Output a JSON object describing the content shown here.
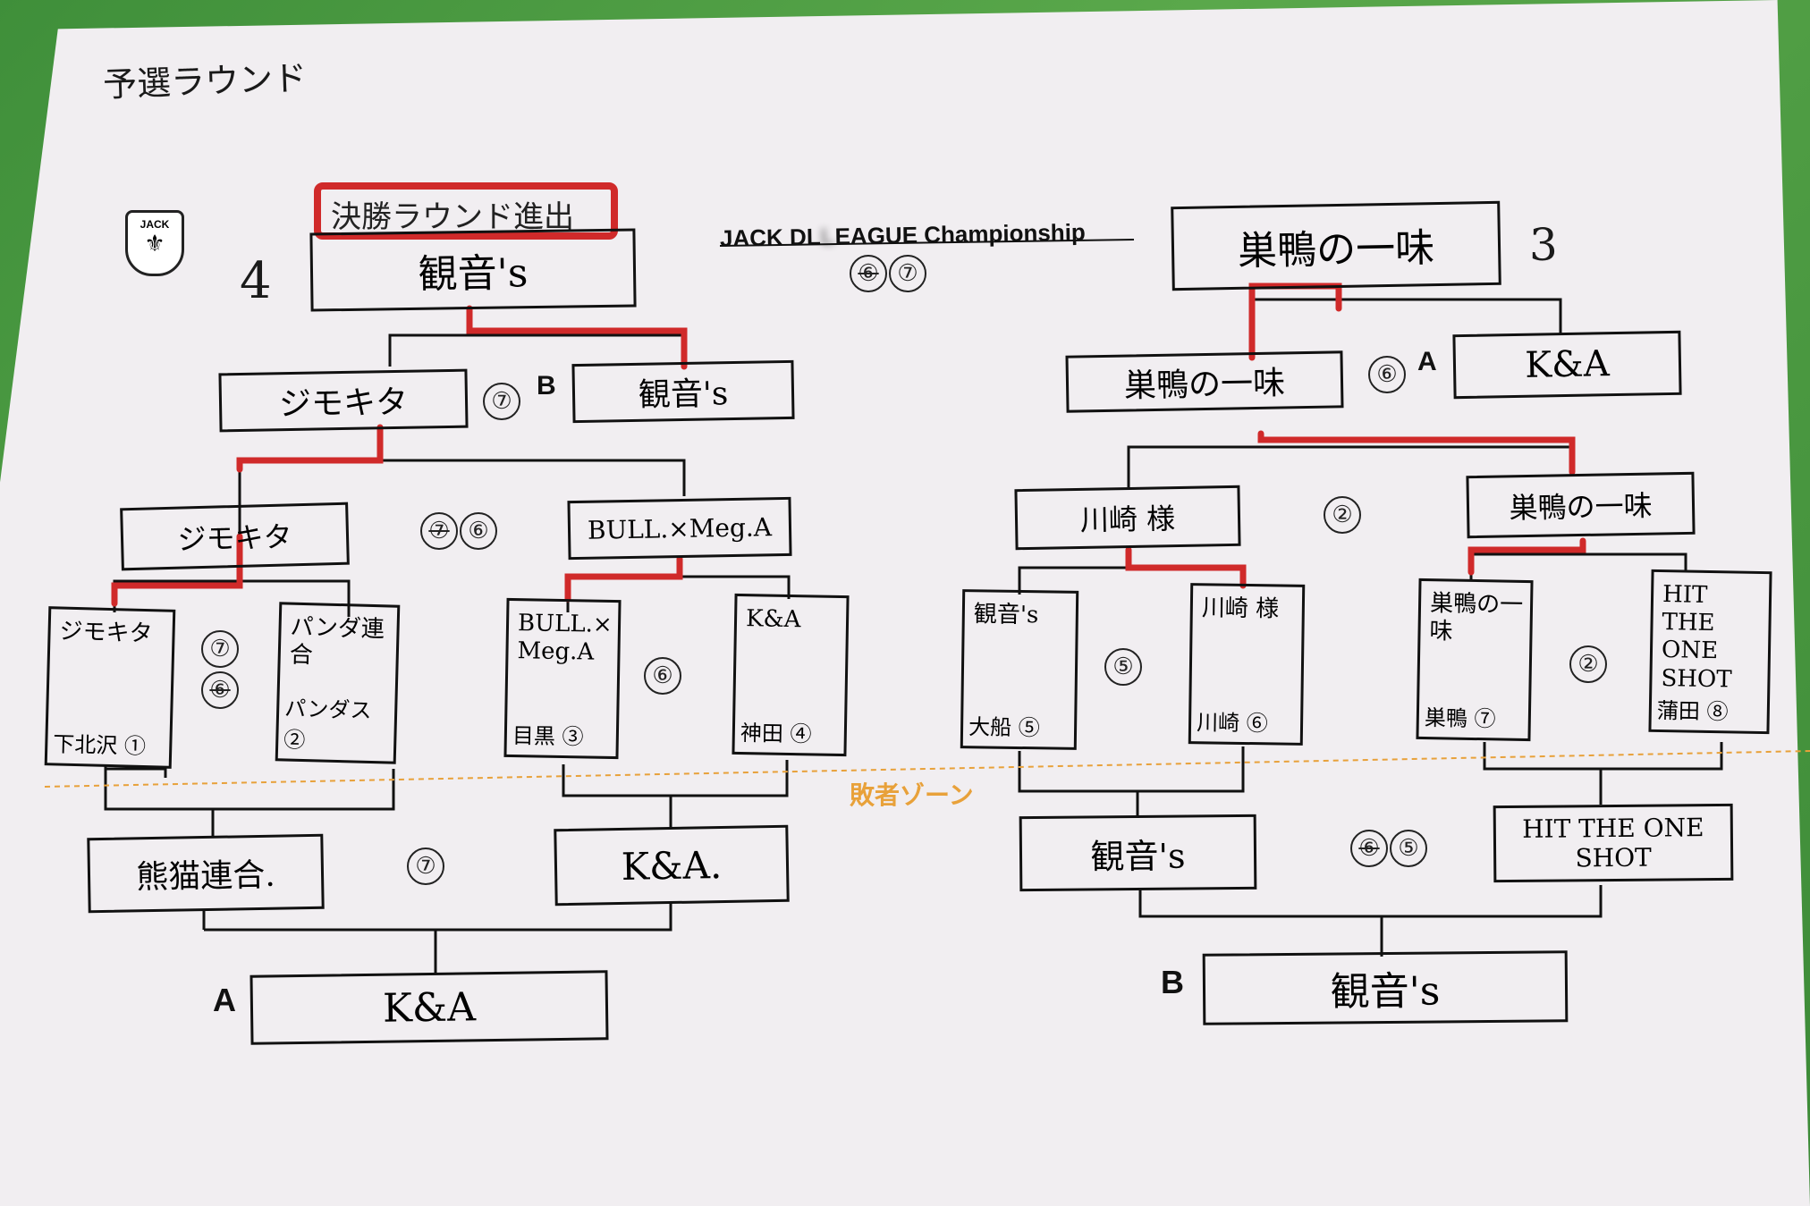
{
  "header": {
    "round_note": "予選ラウンド",
    "title_visible": "JACK DL",
    "title_blur": "L",
    "title_rest": "EAGUE Championship",
    "logo_text": "JACK",
    "result_tag": "決勝ラウンド進出"
  },
  "left": {
    "champion": "観音's",
    "champion_count": "4",
    "final_score": [
      "⑦"
    ],
    "semi_left": "ジモキタ",
    "semi_right": "観音's",
    "semi_right_tag": "B",
    "semi_score": [
      "⑦"
    ],
    "qf1": "ジモキタ",
    "qf2": "BULL.×Meg.A",
    "qf_score": [
      "⑦",
      "⑥"
    ],
    "r1": [
      {
        "name": "ジモキタ",
        "player": "下北沢 ①"
      },
      {
        "name": "パンダ連合",
        "player": "パンダス ②"
      },
      {
        "name": "BULL.× Meg.A",
        "player": "目黒 ③"
      },
      {
        "name": "K&A",
        "player": "神田 ④"
      }
    ],
    "r1_score_a": [
      "⑦",
      "⑥"
    ],
    "r1_score_b": [
      "⑥"
    ],
    "loser_left": "熊猫連合.",
    "loser_right": "K&A.",
    "loser_score": [
      "⑦"
    ],
    "loser_final_tag": "A",
    "loser_final": "K&A"
  },
  "center": {
    "score": [
      "⑥",
      "⑦"
    ],
    "loser_zone": "敗者ゾーン"
  },
  "right": {
    "champion": "巣鴨の一味",
    "champion_count": "3",
    "semi_left": "巣鴨の一味",
    "semi_right": "K&A",
    "semi_right_tag": "A",
    "semi_score": [
      "⑥"
    ],
    "qf1": "川崎 様",
    "qf2": "巣鴨の一味",
    "qf_score": [
      "②"
    ],
    "r1": [
      {
        "name": "観音's",
        "player": "大船 ⑤"
      },
      {
        "name": "川崎 様",
        "player": "川崎 ⑥"
      },
      {
        "name": "巣鴨の一味",
        "player": "巣鴨 ⑦"
      },
      {
        "name": "HIT THE ONE SHOT",
        "player": "蒲田 ⑧"
      }
    ],
    "r1_score_a": [
      "⑤"
    ],
    "r1_score_b": [
      "②"
    ],
    "loser_left": "観音's",
    "loser_right": "HIT THE ONE SHOT",
    "loser_score": [
      "⑥",
      "⑤"
    ],
    "loser_final_tag": "B",
    "loser_final": "観音's"
  },
  "colors": {
    "bracket": "#111111",
    "winner_path": "#d02a2a",
    "loser_zone": "#e8a13a",
    "paper": "#f1eef1"
  }
}
